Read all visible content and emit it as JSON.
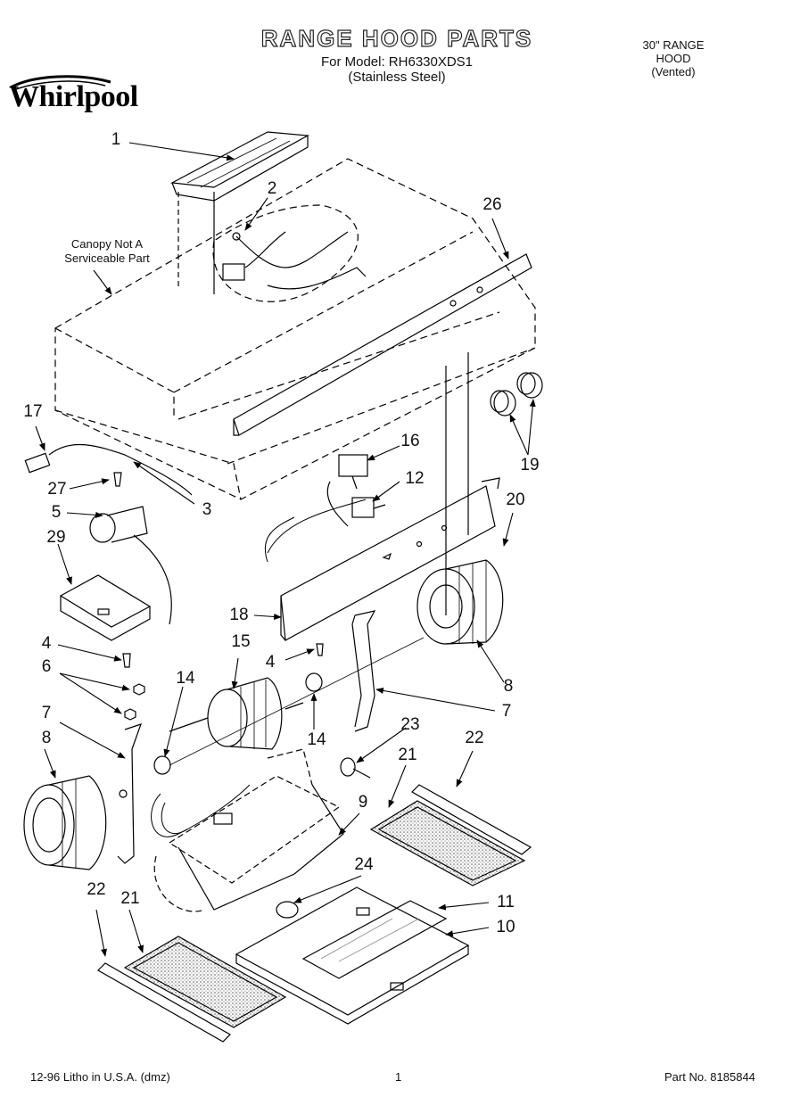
{
  "header": {
    "brand": "Whirlpool",
    "title": "RANGE HOOD PARTS",
    "model_line": "For Model: RH6330XDS1",
    "finish_line": "(Stainless Steel)",
    "product_lines": [
      "30\" RANGE",
      "HOOD",
      "(Vented)"
    ]
  },
  "notes": {
    "canopy_line1": "Canopy Not A",
    "canopy_line2": "Serviceable Part"
  },
  "callouts": [
    {
      "label": "1"
    },
    {
      "label": "2"
    },
    {
      "label": "26"
    },
    {
      "label": "17"
    },
    {
      "label": "16"
    },
    {
      "label": "27"
    },
    {
      "label": "3"
    },
    {
      "label": "12"
    },
    {
      "label": "19"
    },
    {
      "label": "5"
    },
    {
      "label": "20"
    },
    {
      "label": "29"
    },
    {
      "label": "18"
    },
    {
      "label": "4"
    },
    {
      "label": "15"
    },
    {
      "label": "4"
    },
    {
      "label": "6"
    },
    {
      "label": "14"
    },
    {
      "label": "8"
    },
    {
      "label": "7"
    },
    {
      "label": "14"
    },
    {
      "label": "7"
    },
    {
      "label": "8"
    },
    {
      "label": "23"
    },
    {
      "label": "22"
    },
    {
      "label": "21"
    },
    {
      "label": "9"
    },
    {
      "label": "24"
    },
    {
      "label": "22"
    },
    {
      "label": "21"
    },
    {
      "label": "11"
    },
    {
      "label": "10"
    }
  ],
  "footer": {
    "left": "12-96 Litho in U.S.A. (dmz)",
    "page": "1",
    "part_no": "Part No. 8185844"
  }
}
